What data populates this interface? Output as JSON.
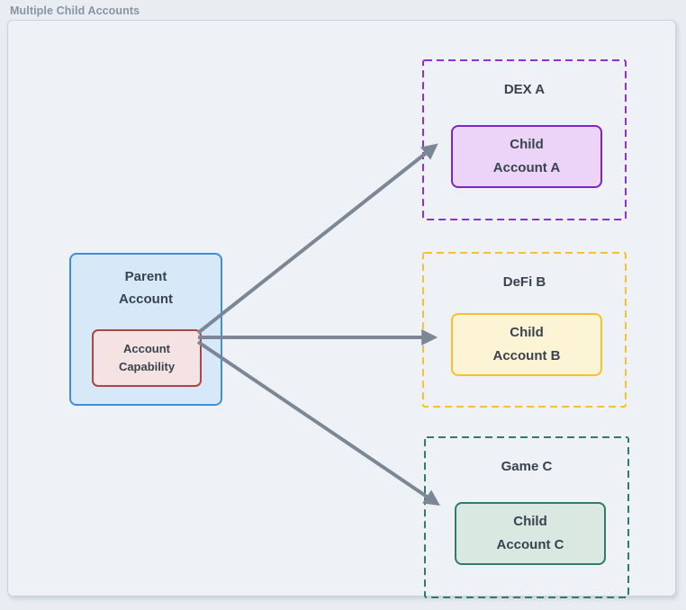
{
  "title": "Multiple Child Accounts",
  "parent": {
    "label": "Parent\nAccount",
    "capability_label": "Account\nCapability"
  },
  "children": [
    {
      "group_label": "DEX A",
      "box_label": "Child\nAccount A"
    },
    {
      "group_label": "DeFi B",
      "box_label": "Child\nAccount B"
    },
    {
      "group_label": "Game C",
      "box_label": "Child\nAccount C"
    }
  ],
  "colors": {
    "page_bg": "#e9edf2",
    "panel_bg": "#eef1f5",
    "panel_border": "#c9d1da",
    "title_text": "#8694a4",
    "box_text": "#39434f",
    "arrow": "#7b8794",
    "parent_fill": "#d7e8f8",
    "parent_border": "#3f8ede",
    "capability_fill": "#f4e3e2",
    "capability_border": "#a64848",
    "dex_accent": "#8e30d9",
    "dex_fill": "#ebd4f8",
    "dex_border": "#7d24cb",
    "defi_accent": "#f2c230",
    "defi_fill": "#fdf3d5",
    "defi_border": "#f2c230",
    "game_accent": "#2e7d64",
    "game_fill": "#d9e9e2",
    "game_border": "#2e7d64"
  }
}
